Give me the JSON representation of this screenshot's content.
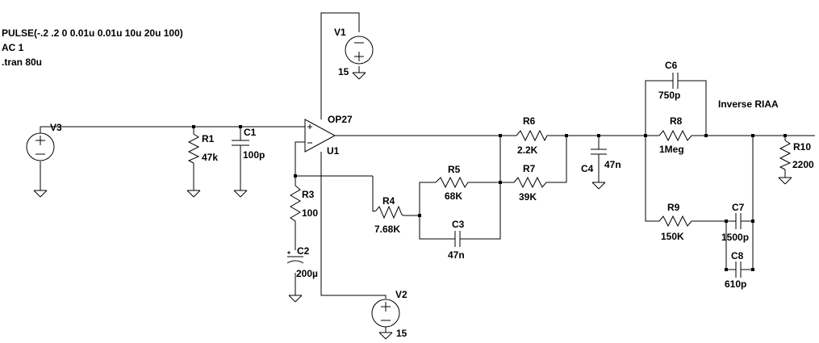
{
  "directives": [
    "PULSE(-.2 .2 0 0.01u 0.01u 10u 20u 100)",
    "AC 1",
    ".tran 80u"
  ],
  "components": {
    "v1": {
      "name": "V1",
      "value": "15"
    },
    "v2": {
      "name": "V2",
      "value": "15"
    },
    "v3": {
      "name": "V3"
    },
    "opamp": {
      "name": "OP27",
      "ref": "U1"
    },
    "r1": {
      "name": "R1",
      "value": "47k"
    },
    "c1": {
      "name": "C1",
      "value": "100p"
    },
    "r3": {
      "name": "R3",
      "value": "100"
    },
    "c2": {
      "name": "C2",
      "value": "200µ"
    },
    "r4": {
      "name": "R4",
      "value": "7.68K"
    },
    "r5": {
      "name": "R5",
      "value": "68K"
    },
    "c3": {
      "name": "C3",
      "value": "47n"
    },
    "r6": {
      "name": "R6",
      "value": "2.2K"
    },
    "r7": {
      "name": "R7",
      "value": "39K"
    },
    "c4": {
      "name": "C4",
      "value": "47n"
    },
    "c6": {
      "name": "C6",
      "value": "750p"
    },
    "r8": {
      "name": "R8",
      "value": "1Meg"
    },
    "r9": {
      "name": "R9",
      "value": "150K"
    },
    "c7": {
      "name": "C7",
      "value": "1500p"
    },
    "c8": {
      "name": "C8",
      "value": "610p"
    },
    "r10": {
      "name": "R10",
      "value": "2200"
    }
  },
  "annotations": {
    "inverse_riaa": "Inverse RIAA"
  },
  "icons": [
    "voltage-source-icon",
    "resistor-icon",
    "capacitor-icon",
    "polarized-capacitor-icon",
    "ground-icon",
    "opamp-icon"
  ]
}
